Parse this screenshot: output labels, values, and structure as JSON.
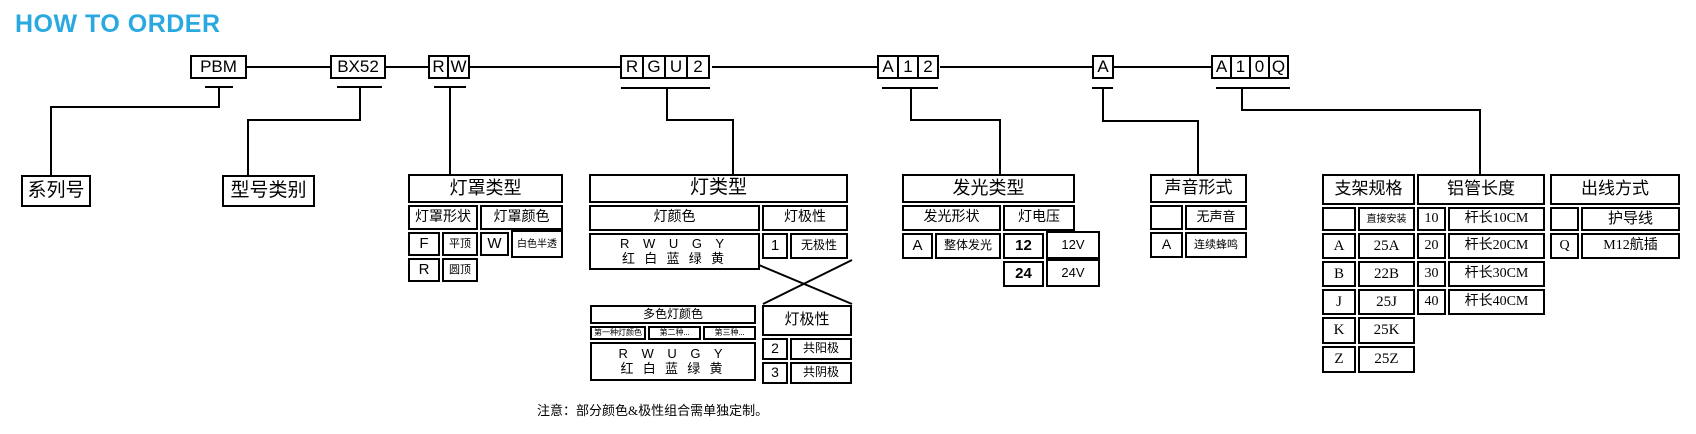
{
  "title": "HOW TO ORDER",
  "note": "注意：部分颜色&极性组合需单独定制。",
  "colors": {
    "accent": "#29a9e0",
    "line": "#000000",
    "background": "#ffffff"
  },
  "code": {
    "pbm": [
      "PBM"
    ],
    "bx52": [
      "BX52"
    ],
    "rw": [
      "R",
      "W"
    ],
    "rgu2": [
      "R",
      "G",
      "U",
      "2"
    ],
    "a12": [
      "A",
      "1",
      "2"
    ],
    "a": [
      "A"
    ],
    "a10q": [
      "A",
      "1",
      "0",
      "Q"
    ]
  },
  "labels": {
    "series": "系列号",
    "model": "型号类别"
  },
  "tables": {
    "lampshade": {
      "title": "灯罩类型",
      "col_shape": "灯罩形状",
      "col_color": "灯罩颜色",
      "shapes": [
        {
          "code": "F",
          "desc": "平顶"
        },
        {
          "code": "R",
          "desc": "圆顶"
        }
      ],
      "colors": [
        {
          "code": "W",
          "desc": "白色半透"
        }
      ]
    },
    "lamp_type": {
      "title": "灯类型",
      "col_color": "灯颜色",
      "col_polarity": "灯极性",
      "color_codes": "R W U G Y",
      "color_names": "红 白 蓝 绿 黄",
      "polarities": [
        {
          "code": "1",
          "desc": "无极性"
        }
      ]
    },
    "multi_color": {
      "title": "多色灯颜色",
      "col1": "第一种灯颜色",
      "col2": "第二种...",
      "col3": "第三种...",
      "color_codes": "R W U G Y",
      "color_names": "红 白 蓝 绿 黄",
      "polarity_title": "灯极性",
      "polarities": [
        {
          "code": "2",
          "desc": "共阳极"
        },
        {
          "code": "3",
          "desc": "共阴极"
        }
      ]
    },
    "emission": {
      "title": "发光类型",
      "col_shape": "发光形状",
      "col_voltage": "灯电压",
      "shapes": [
        {
          "code": "A",
          "desc": "整体发光"
        }
      ],
      "voltages": [
        {
          "code": "12",
          "desc": "12V"
        },
        {
          "code": "24",
          "desc": "24V"
        }
      ]
    },
    "sound": {
      "title": "声音形式",
      "options": [
        {
          "code": "",
          "desc": "无声音"
        },
        {
          "code": "A",
          "desc": "连续蜂鸣"
        }
      ]
    },
    "bracket": {
      "title": "支架规格",
      "options": [
        {
          "code": "",
          "desc": "直接安装"
        },
        {
          "code": "A",
          "desc": "25A"
        },
        {
          "code": "B",
          "desc": "22B"
        },
        {
          "code": "J",
          "desc": "25J"
        },
        {
          "code": "K",
          "desc": "25K"
        },
        {
          "code": "Z",
          "desc": "25Z"
        }
      ]
    },
    "tube": {
      "title": "铝管长度",
      "options": [
        {
          "code": "10",
          "desc": "杆长10CM"
        },
        {
          "code": "20",
          "desc": "杆长20CM"
        },
        {
          "code": "30",
          "desc": "杆长30CM"
        },
        {
          "code": "40",
          "desc": "杆长40CM"
        }
      ]
    },
    "outlet": {
      "title": "出线方式",
      "options": [
        {
          "code": "",
          "desc": "护导线"
        },
        {
          "code": "Q",
          "desc": "M12航插"
        }
      ]
    }
  }
}
